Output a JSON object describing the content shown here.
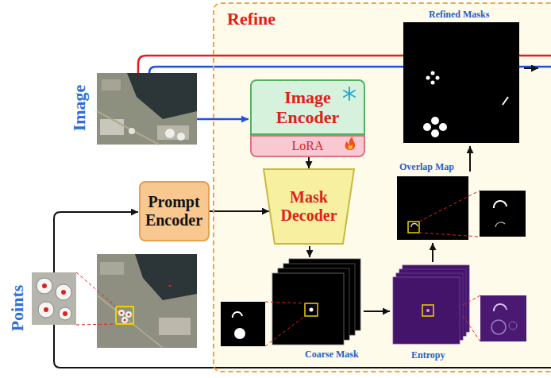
{
  "diagram": {
    "nodes": [
      {
        "text": [
          "Refine"
        ]
      },
      {
        "text": [
          "Image Encoder"
        ],
        "in": 0
      },
      {
        "text": [
          "LoRA"
        ],
        "in": 0
      },
      {
        "text": [
          "Prompt Encoder"
        ]
      },
      {
        "text": [
          "Mask Decoder"
        ],
        "in": 0
      }
    ],
    "edges": [
      {
        "from": 2,
        "to": 4,
        "arrow": "to"
      },
      {
        "from": 3,
        "to": 4,
        "arrow": "to"
      }
    ],
    "labels": [
      "Image",
      "Points",
      "Refined Masks",
      "Overlap Map",
      "Coarse Mask",
      "Entropy"
    ]
  }
}
